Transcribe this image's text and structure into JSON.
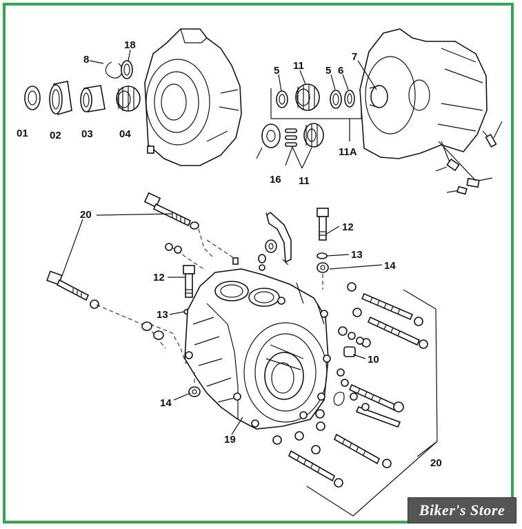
{
  "labels": {
    "p01": "01",
    "p02": "02",
    "p03": "03",
    "p04": "04",
    "p8": "8",
    "p18": "18",
    "p5a": "5",
    "p11a": "11",
    "p5b": "5",
    "p6": "6",
    "p7": "7",
    "p11A": "11A",
    "p16": "16",
    "p11b": "11",
    "p20a": "20",
    "p12a": "12",
    "p13a": "13",
    "p14a": "14",
    "p12b": "12",
    "p13b": "13",
    "p10": "10",
    "p14b": "14",
    "p19": "19",
    "p20b": "20"
  },
  "brand": {
    "watermark": "Biker's Store"
  },
  "colors": {
    "frame": "#2fa84f",
    "ink": "#111111",
    "watermark_bg": "#555555"
  }
}
